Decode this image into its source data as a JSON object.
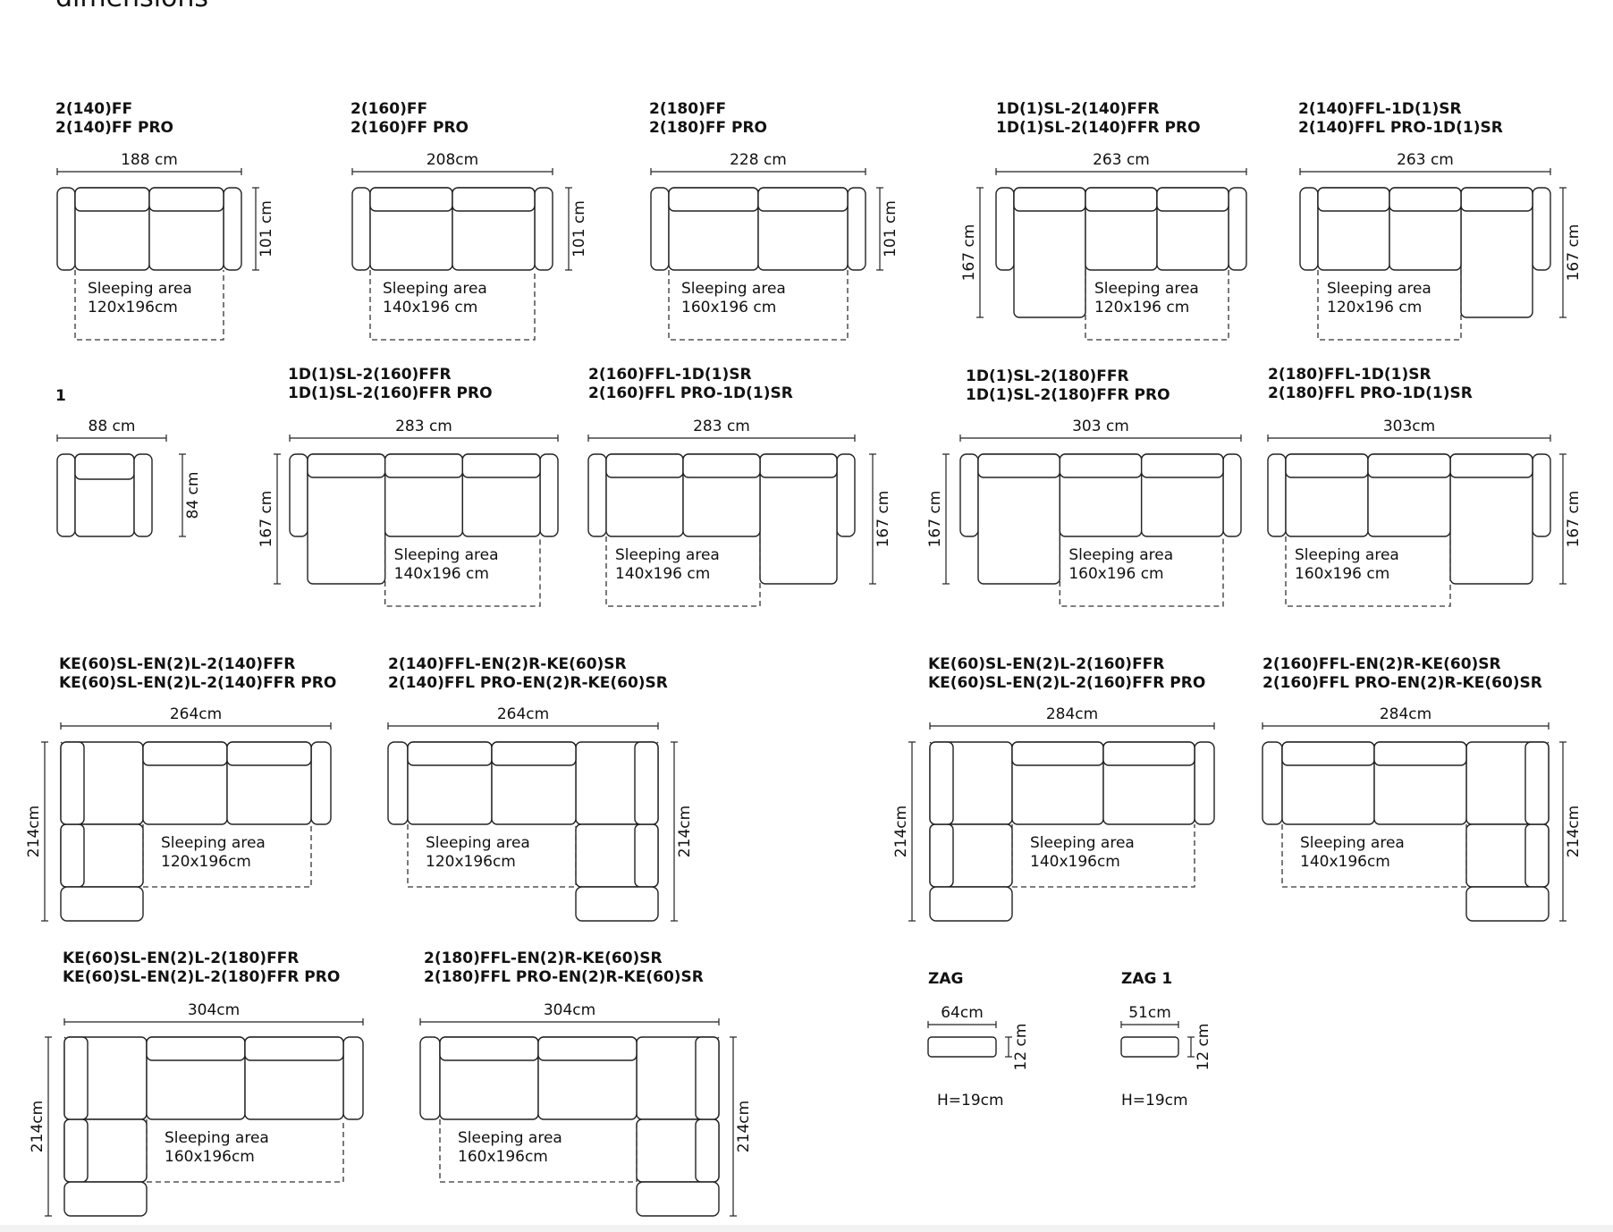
{
  "page": {
    "title": "dimensions"
  },
  "models": [
    {
      "id": "m1",
      "names": [
        "2(140)FF",
        "2(140)FF PRO"
      ],
      "width_label": "188 cm",
      "depth_label": "101 cm",
      "sleep": [
        "Sleeping area",
        "120x196cm"
      ]
    },
    {
      "id": "m2",
      "names": [
        "2(160)FF",
        "2(160)FF PRO"
      ],
      "width_label": "208cm",
      "depth_label": "101 cm",
      "sleep": [
        "Sleeping area",
        "140x196 cm"
      ]
    },
    {
      "id": "m3",
      "names": [
        "2(180)FF",
        "2(180)FF PRO"
      ],
      "width_label": "228 cm",
      "depth_label": "101 cm",
      "sleep": [
        "Sleeping area",
        "160x196 cm"
      ]
    },
    {
      "id": "m4",
      "names": [
        "1D(1)SL-2(140)FFR",
        "1D(1)SL-2(140)FFR PRO"
      ],
      "width_label": "263 cm",
      "depth_label": "167 cm",
      "sleep": [
        "Sleeping area",
        "120x196 cm"
      ]
    },
    {
      "id": "m5",
      "names": [
        "2(140)FFL-1D(1)SR",
        "2(140)FFL PRO-1D(1)SR"
      ],
      "width_label": "263 cm",
      "depth_label": "167 cm",
      "sleep": [
        "Sleeping area",
        "120x196 cm"
      ]
    },
    {
      "id": "m6",
      "names": [
        "1"
      ],
      "width_label": "88 cm",
      "depth_label": "84 cm",
      "sleep": []
    },
    {
      "id": "m7",
      "names": [
        "1D(1)SL-2(160)FFR",
        "1D(1)SL-2(160)FFR PRO"
      ],
      "width_label": "283 cm",
      "depth_label": "167 cm",
      "sleep": [
        "Sleeping area",
        "140x196 cm"
      ]
    },
    {
      "id": "m8",
      "names": [
        "2(160)FFL-1D(1)SR",
        "2(160)FFL PRO-1D(1)SR"
      ],
      "width_label": "283 cm",
      "depth_label": "167 cm",
      "sleep": [
        "Sleeping area",
        "140x196 cm"
      ]
    },
    {
      "id": "m9",
      "names": [
        "1D(1)SL-2(180)FFR",
        "1D(1)SL-2(180)FFR PRO"
      ],
      "width_label": "303 cm",
      "depth_label": "167 cm",
      "sleep": [
        "Sleeping area",
        "160x196 cm"
      ]
    },
    {
      "id": "m10",
      "names": [
        "2(180)FFL-1D(1)SR",
        "2(180)FFL PRO-1D(1)SR"
      ],
      "width_label": "303cm",
      "depth_label": "167 cm",
      "sleep": [
        "Sleeping area",
        "160x196 cm"
      ]
    },
    {
      "id": "m11",
      "names": [
        "KE(60)SL-EN(2)L-2(140)FFR",
        "KE(60)SL-EN(2)L-2(140)FFR PRO"
      ],
      "width_label": "264cm",
      "depth_label": "214cm",
      "sleep": [
        "Sleeping area",
        "120x196cm"
      ]
    },
    {
      "id": "m12",
      "names": [
        "2(140)FFL-EN(2)R-KE(60)SR",
        "2(140)FFL PRO-EN(2)R-KE(60)SR"
      ],
      "width_label": "264cm",
      "depth_label": "214cm",
      "sleep": [
        "Sleeping area",
        "120x196cm"
      ]
    },
    {
      "id": "m13",
      "names": [
        "KE(60)SL-EN(2)L-2(160)FFR",
        "KE(60)SL-EN(2)L-2(160)FFR PRO"
      ],
      "width_label": "284cm",
      "depth_label": "214cm",
      "sleep": [
        "Sleeping area",
        "140x196cm"
      ]
    },
    {
      "id": "m14",
      "names": [
        "2(160)FFL-EN(2)R-KE(60)SR",
        "2(160)FFL PRO-EN(2)R-KE(60)SR"
      ],
      "width_label": "284cm",
      "depth_label": "214cm",
      "sleep": [
        "Sleeping area",
        "140x196cm"
      ]
    },
    {
      "id": "m15",
      "names": [
        "KE(60)SL-EN(2)L-2(180)FFR",
        "KE(60)SL-EN(2)L-2(180)FFR PRO"
      ],
      "width_label": "304cm",
      "depth_label": "214cm",
      "sleep": [
        "Sleeping area",
        "160x196cm"
      ]
    },
    {
      "id": "m16",
      "names": [
        "2(180)FFL-EN(2)R-KE(60)SR",
        "2(180)FFL PRO-EN(2)R-KE(60)SR"
      ],
      "width_label": "304cm",
      "depth_label": "214cm",
      "sleep": [
        "Sleeping area",
        "160x196cm"
      ]
    },
    {
      "id": "m17",
      "names": [
        "ZAG"
      ],
      "width_label": "64cm",
      "depth_label": "12 cm",
      "sleep": [],
      "height_label": "H=19cm"
    },
    {
      "id": "m18",
      "names": [
        "ZAG 1"
      ],
      "width_label": "51cm",
      "depth_label": "12 cm",
      "sleep": [],
      "height_label": "H=19cm"
    }
  ]
}
